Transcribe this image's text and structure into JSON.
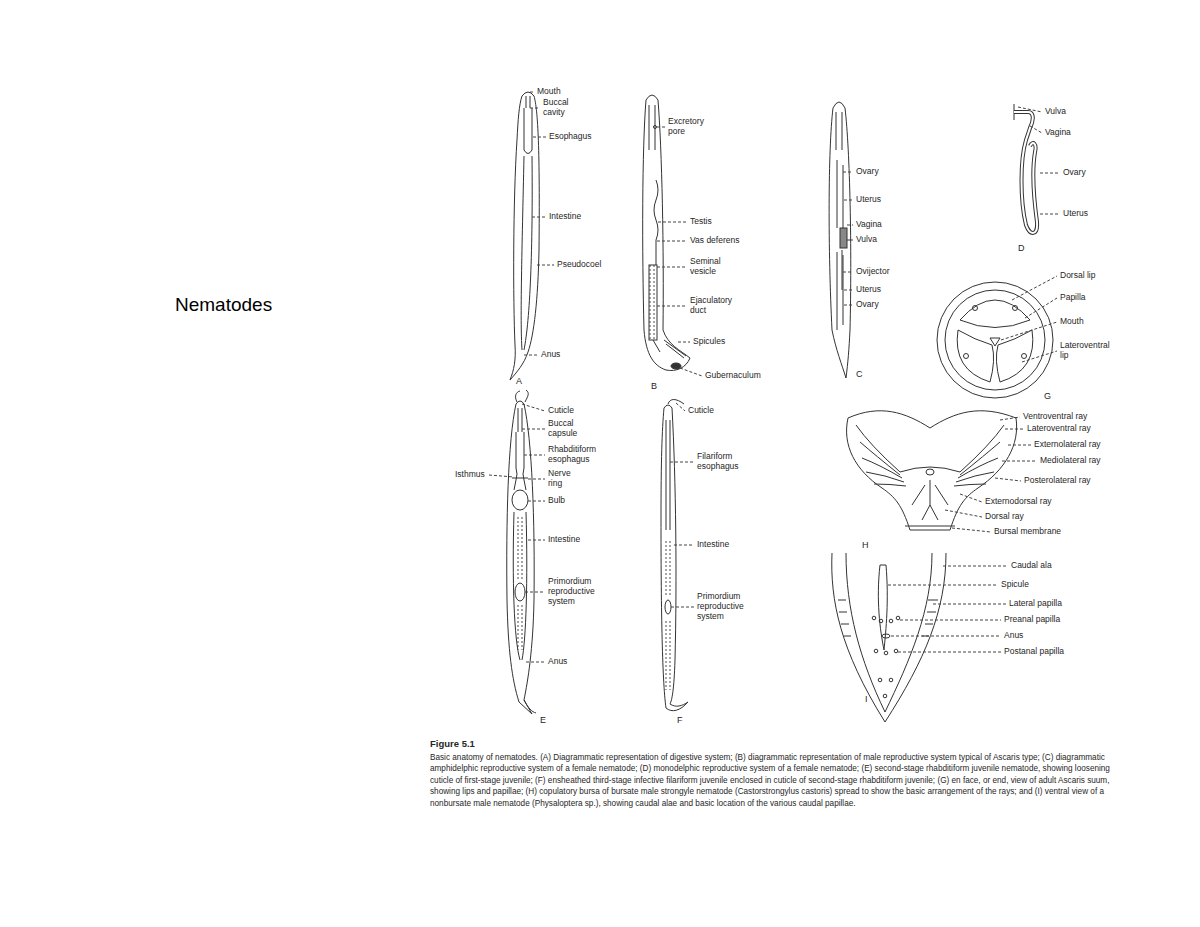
{
  "diagram": {
    "title": "Nematodes",
    "caption": "Basic anatomy of nematodes. (A) Diagrammatic representation of digestive system; (B) diagrammatic representation of male reproductive system typical of Ascaris type; (C) diagrammatic amphidelphic reproductive system of a female nematode; (D) monodelphic reproductive system of a female nematode; (E) second-stage rhabditiform juvenile nematode, showing loosening cuticle of first-stage juvenile; (F) ensheathed third-stage infective filariform juvenile enclosed in cuticle of second-stage rhabditiform juvenile; (G) en face, or end, view of adult Ascaris suum, showing lips and papillae; (H) copulatory bursa of bursate male strongyle nematode (Castorstrongylus castoris) spread to show the basic arrangement of the rays; and (I) ventral view of a nonbursate male nematode (Physaloptera sp.), showing caudal alae and basic location of the various caudal papillae.",
    "labels": [
      "Mouth",
      "Buccal cavity",
      "Esophagus",
      "Intestine",
      "Pseudocoel",
      "Anus",
      "A",
      "Excretory pore",
      "Testis",
      "Vas deferens",
      "Seminal vesicle",
      "Ejaculatory duct",
      "Spicules",
      "Gubernaculum",
      "B",
      "Ovary",
      "Uterus",
      "Vagina",
      "Vulva",
      "Ovijector",
      "Uterus",
      "Ovary",
      "C",
      "Vulva",
      "Vagina",
      "Ovary",
      "Uterus",
      "D",
      "Dorsal lip",
      "Papilla",
      "Mouth",
      "Lateroventral lip",
      "G",
      "Cuticle",
      "Buccal capsule",
      "Rhabditiform esophagus",
      "Isthmus",
      "Nerve ring",
      "Bulb",
      "Intestine",
      "Primordium reproductive system",
      "Anus",
      "E",
      "Cuticle",
      "Filariform esophagus",
      "Intestine",
      "Primordium reproductive system",
      "F",
      "Ventroventral ray",
      "Lateroventral ray",
      "Externolateral ray",
      "Mediolateral ray",
      "Posterolateral ray",
      "Externodorsal ray",
      "Dorsal ray",
      "Bursal membrane",
      "H",
      "Caudal ala",
      "Spicule",
      "Lateral papilla",
      "Preanal papilla",
      "Anus",
      "Postanal papilla",
      "I",
      "Figure 5.1"
    ]
  }
}
